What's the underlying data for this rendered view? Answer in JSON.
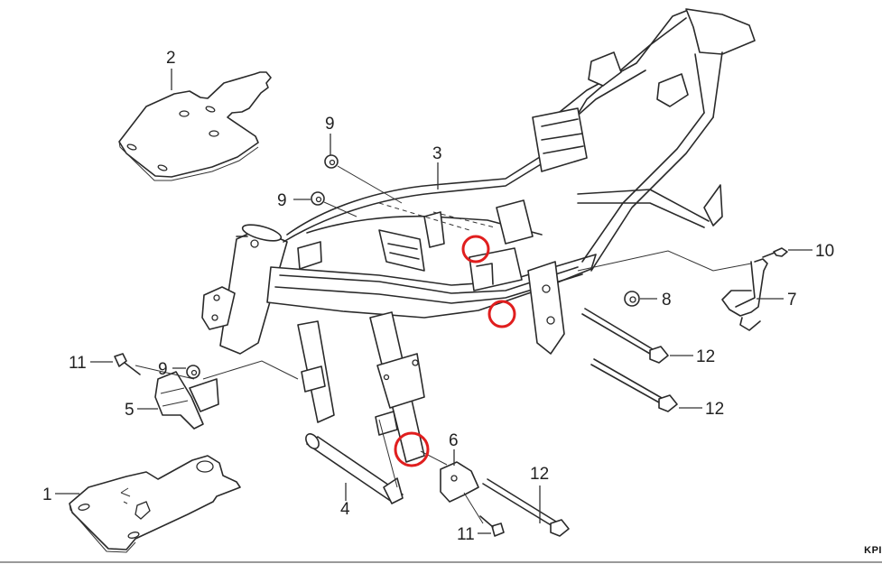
{
  "diagram": {
    "type": "exploded parts diagram",
    "subject": "motorcycle frame assembly",
    "code": "KPI",
    "callouts": [
      {
        "id": "1",
        "label": "1",
        "part": "lower plate"
      },
      {
        "id": "2",
        "label": "2",
        "part": "upper plate"
      },
      {
        "id": "3",
        "label": "3",
        "part": "frame body"
      },
      {
        "id": "4",
        "label": "4",
        "part": "pivot shaft"
      },
      {
        "id": "5",
        "label": "5",
        "part": "bracket (left)"
      },
      {
        "id": "6",
        "label": "6",
        "part": "bracket (right)"
      },
      {
        "id": "7",
        "label": "7",
        "part": "hanger bracket"
      },
      {
        "id": "8",
        "label": "8",
        "part": "nut"
      },
      {
        "id": "9a",
        "label": "9",
        "part": "nut"
      },
      {
        "id": "9b",
        "label": "9",
        "part": "nut"
      },
      {
        "id": "9c",
        "label": "9",
        "part": "nut"
      },
      {
        "id": "10",
        "label": "10",
        "part": "bolt"
      },
      {
        "id": "11a",
        "label": "11",
        "part": "bolt"
      },
      {
        "id": "11b",
        "label": "11",
        "part": "bolt"
      },
      {
        "id": "12a",
        "label": "12",
        "part": "long bolt"
      },
      {
        "id": "12b",
        "label": "12",
        "part": "long bolt"
      },
      {
        "id": "12c",
        "label": "12",
        "part": "long bolt"
      }
    ],
    "highlights": [
      {
        "name": "upper-engine-mount-marker",
        "color": "#e01e1e"
      },
      {
        "name": "rear-engine-mount-marker",
        "color": "#e01e1e"
      },
      {
        "name": "lower-engine-mount-marker",
        "color": "#e01e1e"
      }
    ],
    "colors": {
      "line": "#2a2a2a",
      "highlight": "#e01e1e",
      "baseline": "#9a9a9a"
    }
  }
}
